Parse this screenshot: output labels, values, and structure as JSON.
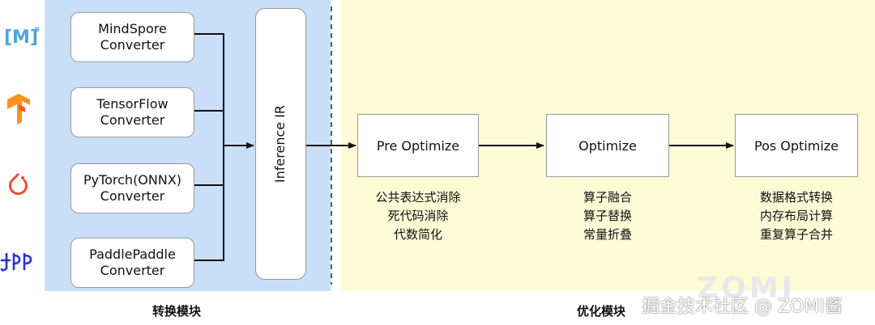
{
  "framework_icons": [
    "mindspore-icon",
    "tensorflow-icon",
    "pytorch-icon",
    "paddlepaddle-icon"
  ],
  "converters": [
    {
      "line1": "MindSpore",
      "line2": "Converter"
    },
    {
      "line1": "TensorFlow",
      "line2": "Converter"
    },
    {
      "line1": "PyTorch(ONNX)",
      "line2": "Converter"
    },
    {
      "line1": "PaddlePaddle",
      "line2": "Converter"
    }
  ],
  "inference_ir": "Inference IR",
  "optimizers": [
    {
      "label": "Pre Optimize",
      "desc": [
        "公共表达式消除",
        "死代码消除",
        "代数简化"
      ]
    },
    {
      "label": "Optimize",
      "desc": [
        "算子融合",
        "算子替换",
        "常量折叠"
      ]
    },
    {
      "label": "Pos Optimize",
      "desc": [
        "数据格式转换",
        "内存布局计算",
        "重复算子合并"
      ]
    }
  ],
  "section_labels": {
    "conversion": "转换模块",
    "optimization": "优化模块"
  },
  "watermark": {
    "text": "掘金技术社区 @ ZOMI酱",
    "logo": "ZOMI"
  },
  "colors": {
    "conversion_panel": "#c9def7",
    "optimization_panel": "#fdfbd6"
  }
}
